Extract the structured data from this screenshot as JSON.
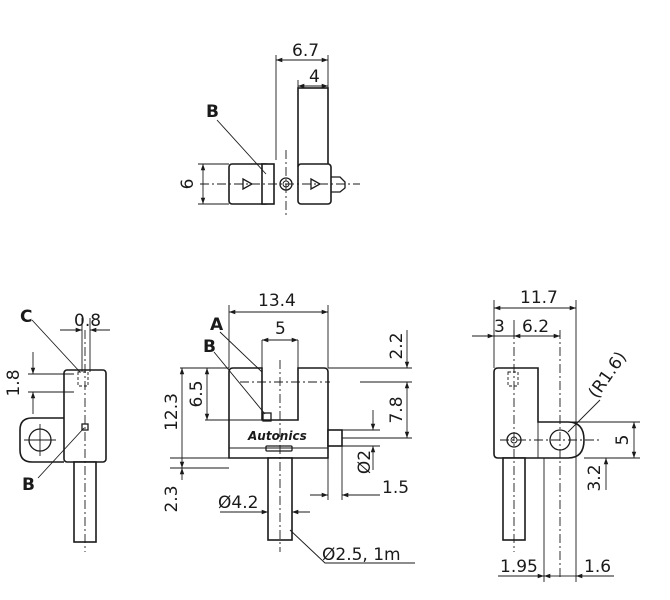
{
  "top_view": {
    "dims": {
      "width_total": "6.7",
      "width_right": "4",
      "height": "6"
    },
    "labels": {
      "b": "B"
    }
  },
  "side_view": {
    "dims": {
      "thickness": "0.8",
      "height": "1.8"
    },
    "labels": {
      "c": "C",
      "b": "B"
    }
  },
  "front_view": {
    "dims": {
      "width": "13.4",
      "slot": "5",
      "top": "2.2",
      "left_height": "6.5",
      "body_height": "12.3",
      "right_height": "7.8",
      "pin_dia": "Ø2",
      "pin_offset": "1.5",
      "base": "2.3",
      "cable_dia": "Ø4.2",
      "cable": "Ø2.5, 1m"
    },
    "labels": {
      "a": "A",
      "b": "B"
    },
    "logo": "Autonics"
  },
  "mount_view": {
    "dims": {
      "width": "11.7",
      "left": "3",
      "mid": "6.2",
      "radius": "(R1.6)",
      "hole_span": "5",
      "hole_offset": "3.2",
      "base_left": "1.95",
      "base_right": "1.6"
    }
  }
}
